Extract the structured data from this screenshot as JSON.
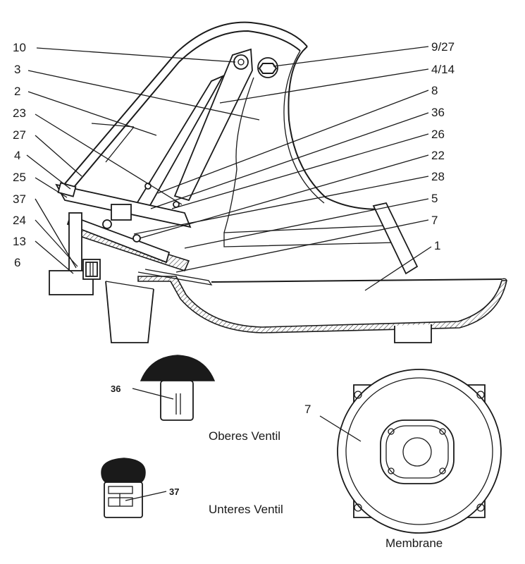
{
  "callouts": {
    "left": [
      "10",
      "3",
      "2",
      "23",
      "27",
      "4",
      "25",
      "37",
      "24",
      "13",
      "6"
    ],
    "right": [
      "9/27",
      "4/14",
      "8",
      "36",
      "26",
      "22",
      "28",
      "5",
      "7",
      "1"
    ]
  },
  "details": {
    "upper_valve": {
      "part_no": "36",
      "caption": "Oberes Ventil"
    },
    "lower_valve": {
      "part_no": "37",
      "caption": "Unteres Ventil"
    },
    "membrane": {
      "part_no": "7",
      "caption": "Membrane"
    }
  },
  "colors": {
    "line": "#1a1a1a",
    "background": "#ffffff"
  }
}
